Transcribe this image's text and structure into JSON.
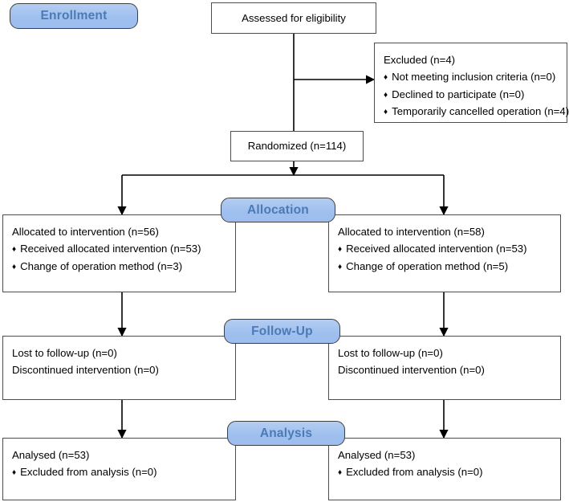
{
  "diagram": {
    "type": "consort-flow-diagram",
    "title": "CONSORT participant flow diagram",
    "colors": {
      "badge_fill": "#a3c4f0",
      "badge_text": "#4b7ab5",
      "badge_border": "#3f3f3f",
      "box_border": "#4d4d4d",
      "box_fill": "#ffffff",
      "text": "#000000",
      "connector": "#000000"
    }
  },
  "stages": [
    {
      "id": "enrollment",
      "label": "Enrollment"
    },
    {
      "id": "allocation",
      "label": "Allocation"
    },
    {
      "id": "followup",
      "label": "Follow-Up"
    },
    {
      "id": "analysis",
      "label": "Analysis"
    }
  ],
  "nodes": {
    "assessed": {
      "lines": [
        "Assessed for eligibility"
      ]
    },
    "excluded": {
      "lines": [
        {
          "text": "Excluded (n=4)",
          "bullet": false
        },
        {
          "text": "Not meeting inclusion criteria (n=0)",
          "bullet": true
        },
        {
          "text": "Declined to participate (n=0)",
          "bullet": true
        },
        {
          "text": "Temporarily cancelled operation (n=4)",
          "bullet": true
        }
      ]
    },
    "randomized": {
      "lines": [
        "Randomized (n=114)"
      ]
    },
    "allocation_left": {
      "lines": [
        {
          "text": "Allocated to intervention (n=56)",
          "bullet": false
        },
        {
          "text": "Received allocated intervention (n=53)",
          "bullet": true
        },
        {
          "text": "Change of operation method (n=3)",
          "bullet": true
        }
      ]
    },
    "allocation_right": {
      "lines": [
        {
          "text": "Allocated to intervention (n=58)",
          "bullet": false
        },
        {
          "text": "Received allocated intervention (n=53)",
          "bullet": true
        },
        {
          "text": "Change of operation method (n=5)",
          "bullet": true
        }
      ]
    },
    "followup_left": {
      "lines": [
        {
          "text": "Lost to follow-up (n=0)",
          "bullet": false
        },
        {
          "text": "Discontinued intervention (n=0)",
          "bullet": false
        }
      ]
    },
    "followup_right": {
      "lines": [
        {
          "text": "Lost to follow-up (n=0)",
          "bullet": false
        },
        {
          "text": "Discontinued intervention (n=0)",
          "bullet": false
        }
      ]
    },
    "analysis_left": {
      "lines": [
        {
          "text": "Analysed (n=53)",
          "bullet": false
        },
        {
          "text": "Excluded from analysis (n=0)",
          "bullet": true
        }
      ]
    },
    "analysis_right": {
      "lines": [
        {
          "text": "Analysed (n=53)",
          "bullet": false
        },
        {
          "text": "Excluded from analysis (n=0)",
          "bullet": true
        }
      ]
    }
  }
}
